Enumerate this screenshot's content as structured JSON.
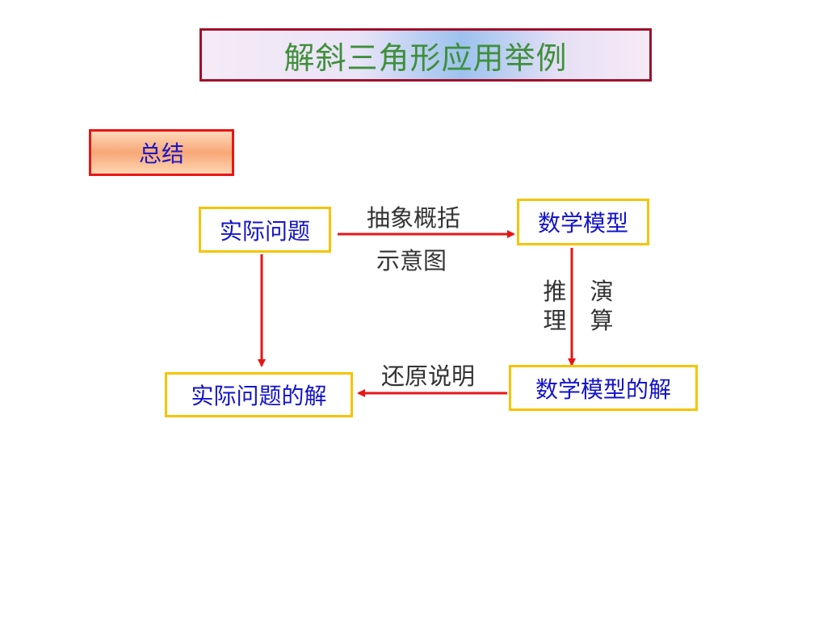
{
  "title": "解斜三角形应用举例",
  "summary_label": "总结",
  "nodes": {
    "actual_problem": "实际问题",
    "math_model": "数学模型",
    "math_model_solution": "数学模型的解",
    "actual_solution": "实际问题的解"
  },
  "edge_labels": {
    "abstract": "抽象概括",
    "diagram": "示意图",
    "reasoning_col1": [
      "推",
      "理"
    ],
    "reasoning_col2": [
      "演",
      "算"
    ],
    "restore": "还原说明"
  },
  "colors": {
    "title_text": "#3f8f3a",
    "title_border": "#a0102a",
    "node_border": "#f5c400",
    "node_text": "#1414c8",
    "arrow": "#e81515"
  }
}
